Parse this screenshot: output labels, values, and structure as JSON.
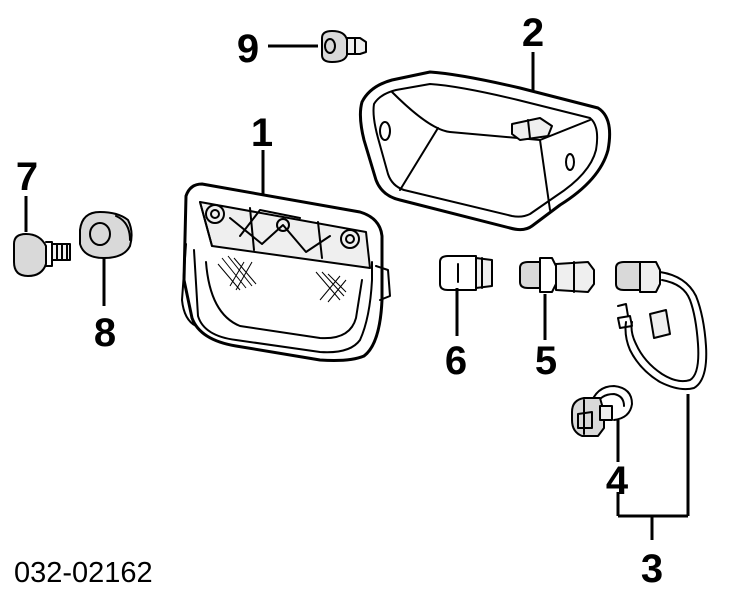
{
  "diagram": {
    "callouts": {
      "c1": "1",
      "c2": "2",
      "c3": "3",
      "c4": "4",
      "c5": "5",
      "c6": "6",
      "c7": "7",
      "c8": "8",
      "c9": "9"
    },
    "part_code": "032-02162"
  }
}
